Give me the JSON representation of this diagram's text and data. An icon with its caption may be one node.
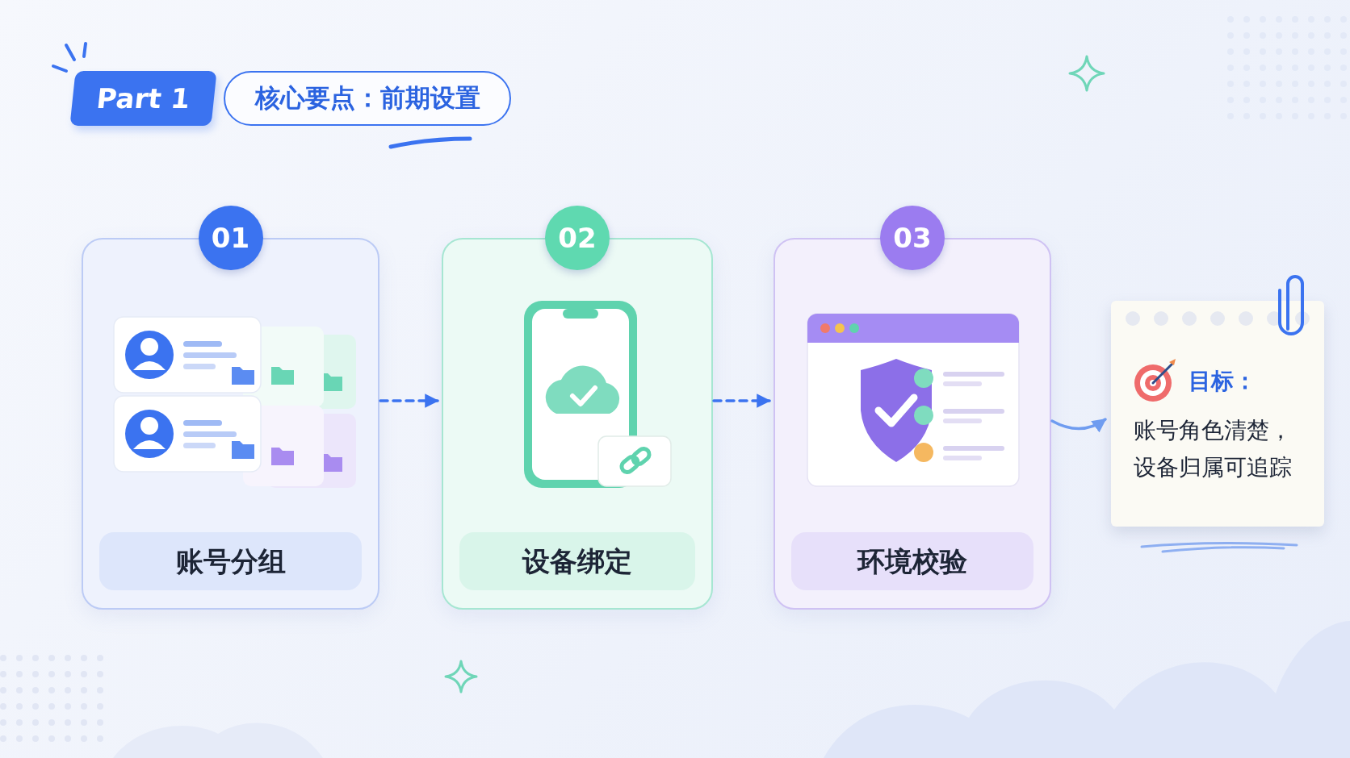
{
  "diagram": {
    "title": "核心要点：前期设置",
    "nodes": [
      {
        "text": [
          "01",
          "账号分组"
        ]
      },
      {
        "text": [
          "02",
          "设备绑定"
        ]
      },
      {
        "text": [
          "03",
          "环境校验"
        ]
      },
      {
        "text": [
          "目标：",
          "账号角色清楚，设备归属可追踪"
        ]
      }
    ],
    "edges": [
      {
        "from": 0,
        "to": 1,
        "arrow": "to",
        "style": "dashed"
      },
      {
        "from": 1,
        "to": 2,
        "arrow": "to",
        "style": "dashed"
      },
      {
        "from": 2,
        "to": 3,
        "arrow": "to",
        "color": "#6f9cf0"
      }
    ],
    "labels": [
      "Part 1"
    ]
  }
}
